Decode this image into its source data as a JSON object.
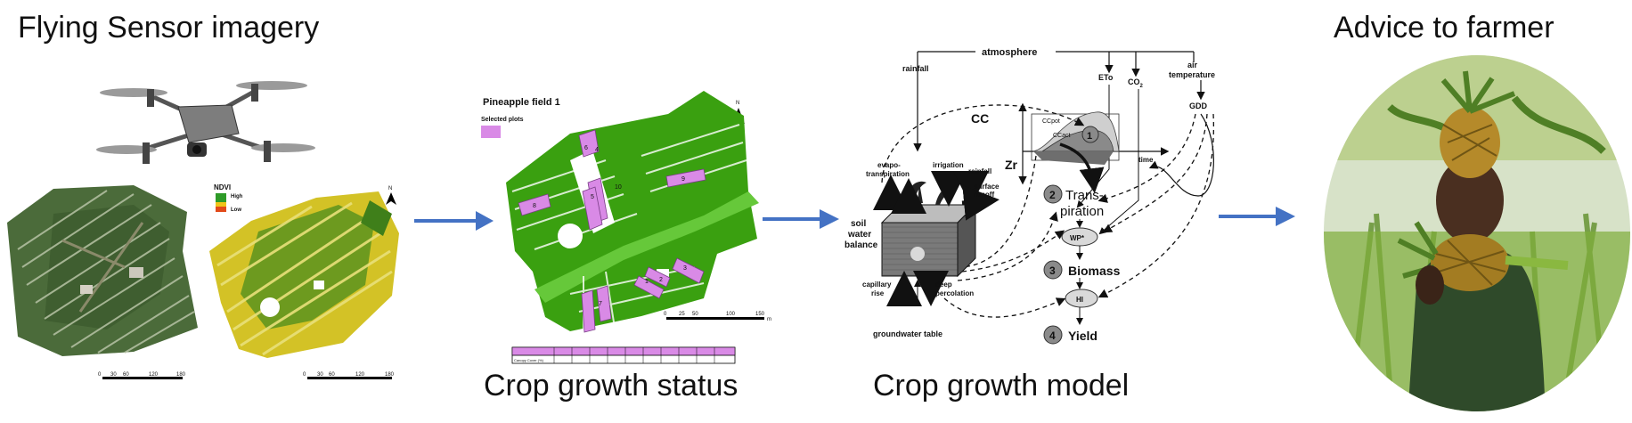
{
  "titles": {
    "sensor": "Flying Sensor imagery",
    "status": "Crop growth status",
    "model": "Crop growth model",
    "advice": "Advice to farmer"
  },
  "ndvi_legend": {
    "title": "NDVI",
    "high": "High",
    "low": "Low"
  },
  "north_label": "N",
  "scalebars": {
    "rgb": [
      "0",
      "30",
      "60",
      "120",
      "180"
    ],
    "ndvi": [
      "0",
      "30",
      "60",
      "120",
      "180"
    ],
    "field": [
      "0",
      "25",
      "50",
      "100",
      "150"
    ],
    "unit": "m"
  },
  "field_map": {
    "title": "Pineapple field 1",
    "legend_label": "Selected plots",
    "plot_numbers": [
      "9",
      "10",
      "8",
      "5",
      "6",
      "4",
      "1",
      "7",
      "2",
      "3"
    ],
    "table_row_label": "Canopy Cover (%)",
    "colors": {
      "field": "#3aa010",
      "plots": "#d98ae6",
      "arrow": "#4472c4"
    }
  },
  "model": {
    "atmosphere": "atmosphere",
    "rainfall": "rainfall",
    "eto": "ETo",
    "co2": "CO",
    "co2_sub": "2",
    "air_temperature_1": "air",
    "air_temperature_2": "temperature",
    "gdd": "GDD",
    "cc": "CC",
    "ccpot": "CCpot",
    "ccact": "CCact",
    "zr": "Zr",
    "time": "time",
    "evapo_1": "evapo-",
    "evapo_2": "transpiration",
    "irrigation": "irrigation",
    "rainfall_small": "rainfall",
    "surface_runoff_1": "surface",
    "surface_runoff_2": "runoff",
    "soil_water_balance_1": "soil",
    "soil_water_balance_2": "water",
    "soil_water_balance_3": "balance",
    "capillary_rise_1": "capillary",
    "capillary_rise_2": "rise",
    "deep_percolation_1": "deep",
    "deep_percolation_2": "percolation",
    "groundwater_table": "groundwater table",
    "transpiration_1": "Trans-",
    "transpiration_2": "piration",
    "wp": "WP*",
    "biomass": "Biomass",
    "hi": "HI",
    "yield": "Yield",
    "step_1": "1",
    "step_2": "2",
    "step_3": "3",
    "step_4": "4"
  }
}
